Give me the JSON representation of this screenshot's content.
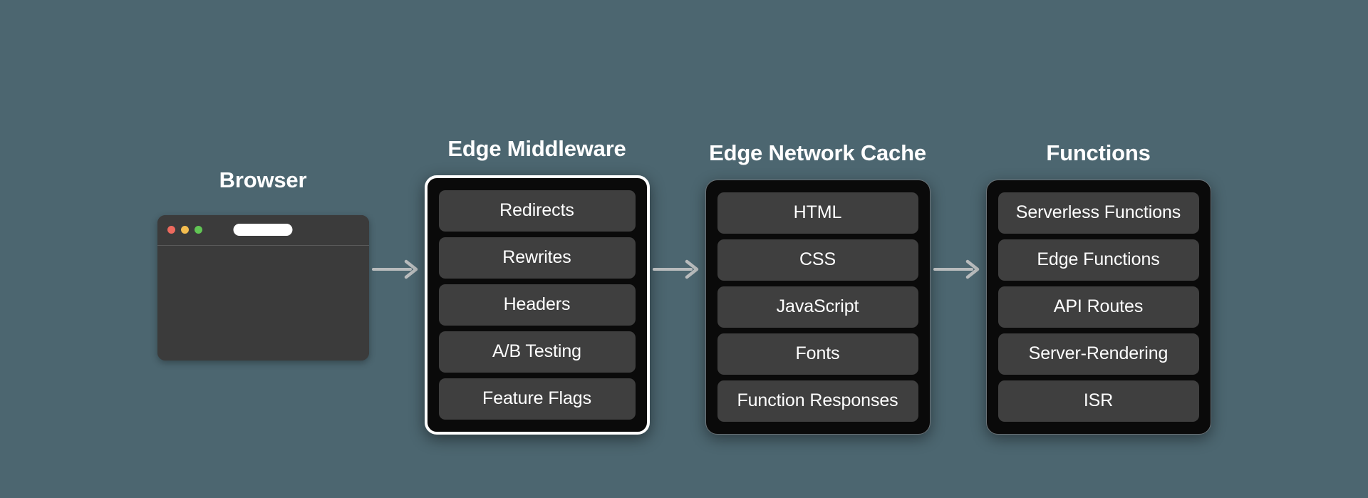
{
  "theme": {
    "background": "#4c6670",
    "panel_background": "#0a0a0a",
    "pill_background": "#3f3f3f",
    "highlight_border": "#ffffff",
    "plain_border": "#6b7378",
    "text": "#ffffff",
    "arrow": "#b9bcbd",
    "browser_chrome": "#3b3b3b",
    "dot_red": "#ed6a5e",
    "dot_yellow": "#f4bd4f",
    "dot_green": "#61c554"
  },
  "browser": {
    "title": "Browser",
    "url_value": "",
    "dots": [
      "close-dot",
      "minimize-dot",
      "maximize-dot"
    ]
  },
  "arrows": [
    {
      "name": "arrow-browser-to-middleware",
      "icon": "arrow-right-icon"
    },
    {
      "name": "arrow-middleware-to-cache",
      "icon": "arrow-right-icon"
    },
    {
      "name": "arrow-cache-to-functions",
      "icon": "arrow-right-icon"
    }
  ],
  "panels": [
    {
      "title": "Edge Middleware",
      "highlighted": true,
      "items": [
        "Redirects",
        "Rewrites",
        "Headers",
        "A/B Testing",
        "Feature Flags"
      ]
    },
    {
      "title": "Edge Network Cache",
      "highlighted": false,
      "items": [
        "HTML",
        "CSS",
        "JavaScript",
        "Fonts",
        "Function Responses"
      ]
    },
    {
      "title": "Functions",
      "highlighted": false,
      "items": [
        "Serverless Functions",
        "Edge Functions",
        "API Routes",
        "Server-Rendering",
        "ISR"
      ]
    }
  ]
}
